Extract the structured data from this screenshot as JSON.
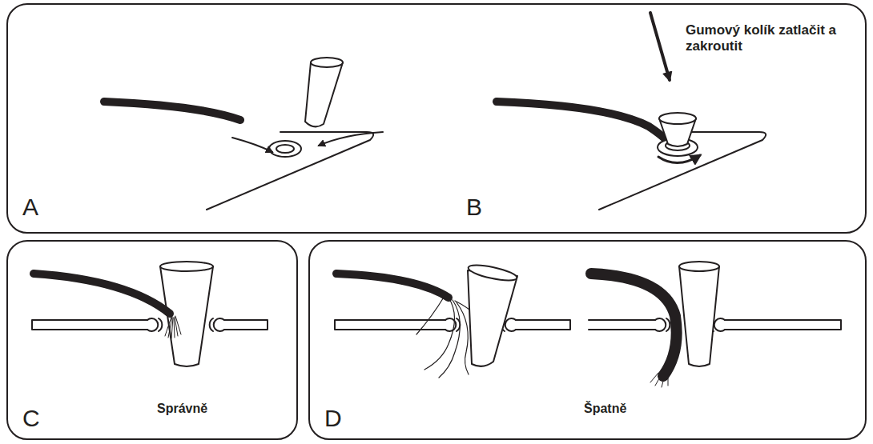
{
  "diagram": {
    "nodes": [
      {
        "text": [
          "A",
          "B",
          "Gumový kolík zatlačit a zakroutit"
        ]
      },
      {
        "text": [
          "C",
          "Správně"
        ]
      },
      {
        "text": [
          "D",
          "Špatně"
        ]
      }
    ]
  }
}
